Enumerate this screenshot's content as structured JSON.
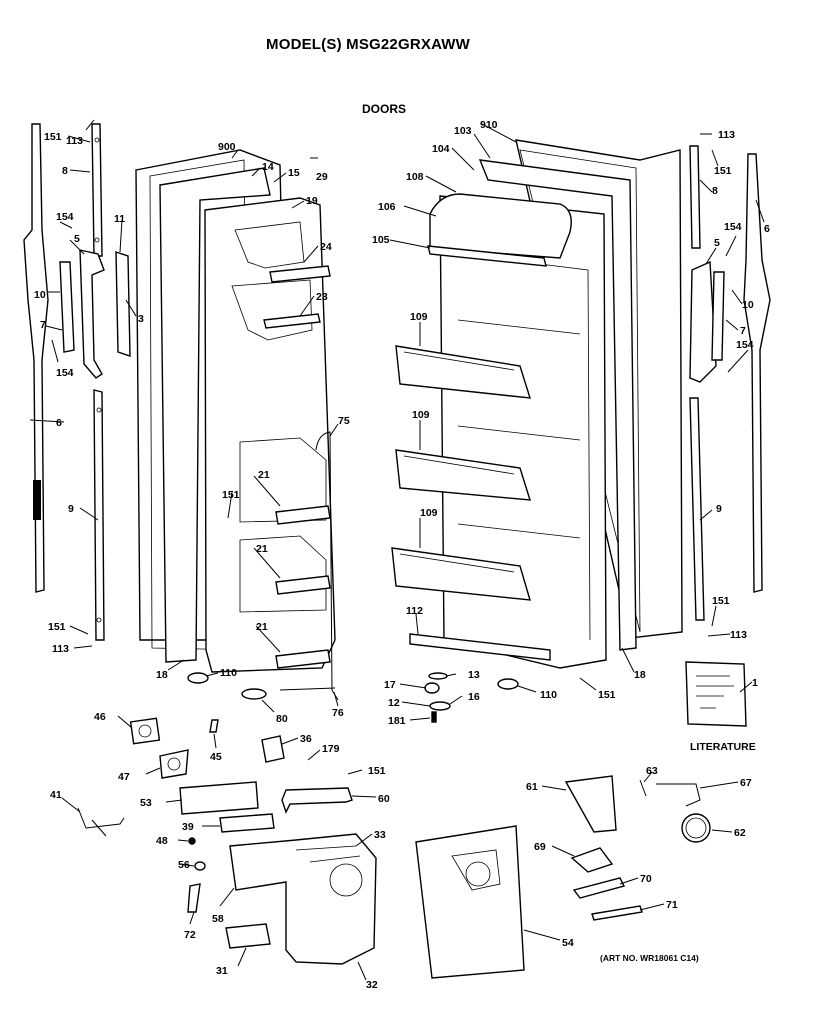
{
  "title": "MODEL(S) MSG22GRXAWW",
  "subtitle": "DOORS",
  "literature_label": "LITERATURE",
  "art_number": "(ART NO. WR18061 C14)",
  "callouts": [
    {
      "id": "c151a",
      "label": "151"
    },
    {
      "id": "c113a",
      "label": "113"
    },
    {
      "id": "c8a",
      "label": "8"
    },
    {
      "id": "c154a",
      "label": "154"
    },
    {
      "id": "c5a",
      "label": "5"
    },
    {
      "id": "c11",
      "label": "11"
    },
    {
      "id": "c10a",
      "label": "10"
    },
    {
      "id": "c3",
      "label": "3"
    },
    {
      "id": "c7a",
      "label": "7"
    },
    {
      "id": "c154b",
      "label": "154"
    },
    {
      "id": "c6a",
      "label": "6"
    },
    {
      "id": "c9a",
      "label": "9"
    },
    {
      "id": "c151b",
      "label": "151"
    },
    {
      "id": "c113b",
      "label": "113"
    },
    {
      "id": "c900",
      "label": "900"
    },
    {
      "id": "c14",
      "label": "14"
    },
    {
      "id": "c15",
      "label": "15"
    },
    {
      "id": "c29",
      "label": "29"
    },
    {
      "id": "c19",
      "label": "19"
    },
    {
      "id": "c24",
      "label": "24"
    },
    {
      "id": "c23",
      "label": "23"
    },
    {
      "id": "c75",
      "label": "75"
    },
    {
      "id": "c21a",
      "label": "21"
    },
    {
      "id": "c151c",
      "label": "151"
    },
    {
      "id": "c21b",
      "label": "21"
    },
    {
      "id": "c21c",
      "label": "21"
    },
    {
      "id": "c18a",
      "label": "18"
    },
    {
      "id": "c110a",
      "label": "110"
    },
    {
      "id": "c80",
      "label": "80"
    },
    {
      "id": "c76",
      "label": "76"
    },
    {
      "id": "c910",
      "label": "910"
    },
    {
      "id": "c103",
      "label": "103"
    },
    {
      "id": "c104",
      "label": "104"
    },
    {
      "id": "c108",
      "label": "108"
    },
    {
      "id": "c106",
      "label": "106"
    },
    {
      "id": "c105",
      "label": "105"
    },
    {
      "id": "c109a",
      "label": "109"
    },
    {
      "id": "c109b",
      "label": "109"
    },
    {
      "id": "c109c",
      "label": "109"
    },
    {
      "id": "c112",
      "label": "112"
    },
    {
      "id": "c13",
      "label": "13"
    },
    {
      "id": "c17",
      "label": "17"
    },
    {
      "id": "c16",
      "label": "16"
    },
    {
      "id": "c12",
      "label": "12"
    },
    {
      "id": "c181",
      "label": "181"
    },
    {
      "id": "c110b",
      "label": "110"
    },
    {
      "id": "c151d",
      "label": "151"
    },
    {
      "id": "c18b",
      "label": "18"
    },
    {
      "id": "c113c",
      "label": "113"
    },
    {
      "id": "c151e",
      "label": "151"
    },
    {
      "id": "c8b",
      "label": "8"
    },
    {
      "id": "c6b",
      "label": "6"
    },
    {
      "id": "c154c",
      "label": "154"
    },
    {
      "id": "c5b",
      "label": "5"
    },
    {
      "id": "c10b",
      "label": "10"
    },
    {
      "id": "c7b",
      "label": "7"
    },
    {
      "id": "c154d",
      "label": "154"
    },
    {
      "id": "c9b",
      "label": "9"
    },
    {
      "id": "c151f",
      "label": "151"
    },
    {
      "id": "c113d",
      "label": "113"
    },
    {
      "id": "c1",
      "label": "1"
    },
    {
      "id": "c46",
      "label": "46"
    },
    {
      "id": "c45",
      "label": "45"
    },
    {
      "id": "c36",
      "label": "36"
    },
    {
      "id": "c179",
      "label": "179"
    },
    {
      "id": "c151g",
      "label": "151"
    },
    {
      "id": "c47",
      "label": "47"
    },
    {
      "id": "c41",
      "label": "41"
    },
    {
      "id": "c53",
      "label": "53"
    },
    {
      "id": "c60",
      "label": "60"
    },
    {
      "id": "c39",
      "label": "39"
    },
    {
      "id": "c33",
      "label": "33"
    },
    {
      "id": "c48",
      "label": "48"
    },
    {
      "id": "c56",
      "label": "56"
    },
    {
      "id": "c58",
      "label": "58"
    },
    {
      "id": "c72",
      "label": "72"
    },
    {
      "id": "c31",
      "label": "31"
    },
    {
      "id": "c32",
      "label": "32"
    },
    {
      "id": "c61",
      "label": "61"
    },
    {
      "id": "c63",
      "label": "63"
    },
    {
      "id": "c67",
      "label": "67"
    },
    {
      "id": "c62",
      "label": "62"
    },
    {
      "id": "c69",
      "label": "69"
    },
    {
      "id": "c70",
      "label": "70"
    },
    {
      "id": "c71",
      "label": "71"
    },
    {
      "id": "c54",
      "label": "54"
    }
  ]
}
